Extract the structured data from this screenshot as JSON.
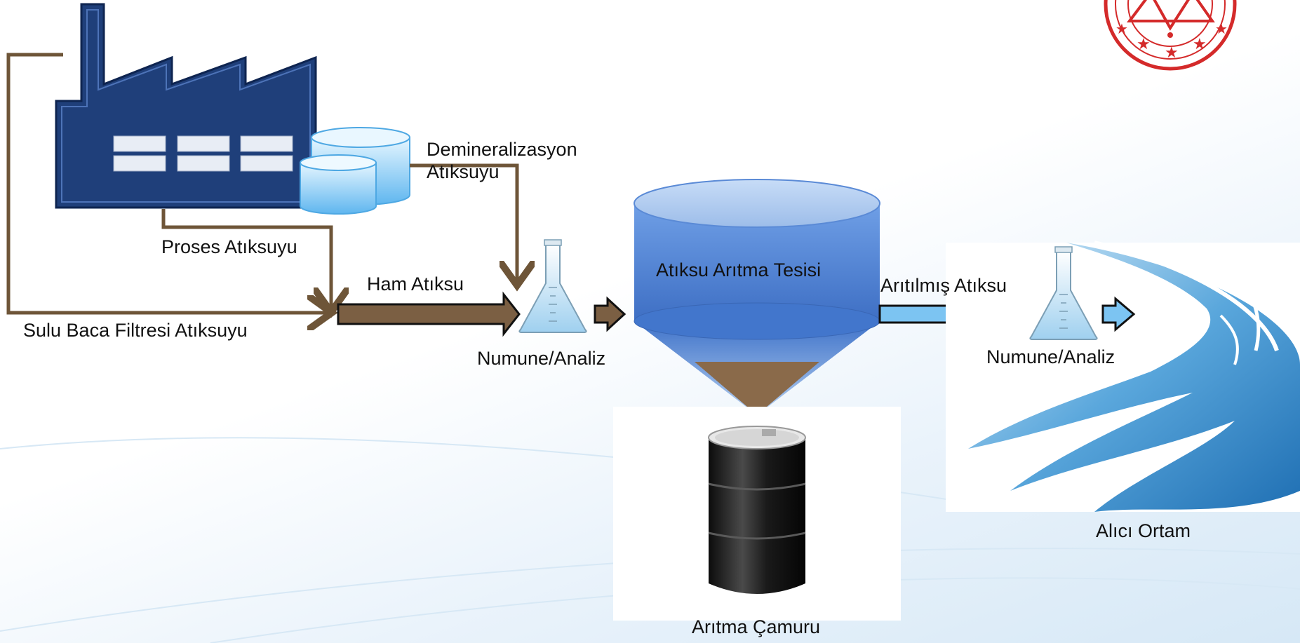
{
  "labels": {
    "demineralizasyon": "Demineralizasyon Atıksuyu",
    "proses": "Proses Atıksuyu",
    "ham_atiksu": "Ham Atıksu",
    "sulu_baca": "Sulu Baca Filtresi Atıksuyu",
    "numune_1": "Numune/Analiz",
    "tesis": "Atıksu Arıtma Tesisi",
    "aritilmis": "Arıtılmış Atıksu",
    "numune_2": "Numune/Analiz",
    "alici_ortam": "Alıcı Ortam",
    "aritma_camuru": "Arıtma Çamuru"
  },
  "colors": {
    "factory": "#1f3f7a",
    "raw_flow": "#6e5538",
    "treated_flow": "#7cc4f2",
    "tank": "#4a7fd1",
    "sludge": "#8a6a4a",
    "seal": "#d42a2a",
    "river": "#2f86c8"
  },
  "icons": {
    "factory": "factory-icon",
    "storage": "storage-tank-icon",
    "flask": "lab-flask-icon",
    "barrel": "sludge-barrel-icon",
    "river": "river-icon",
    "seal": "ministry-seal-icon"
  }
}
